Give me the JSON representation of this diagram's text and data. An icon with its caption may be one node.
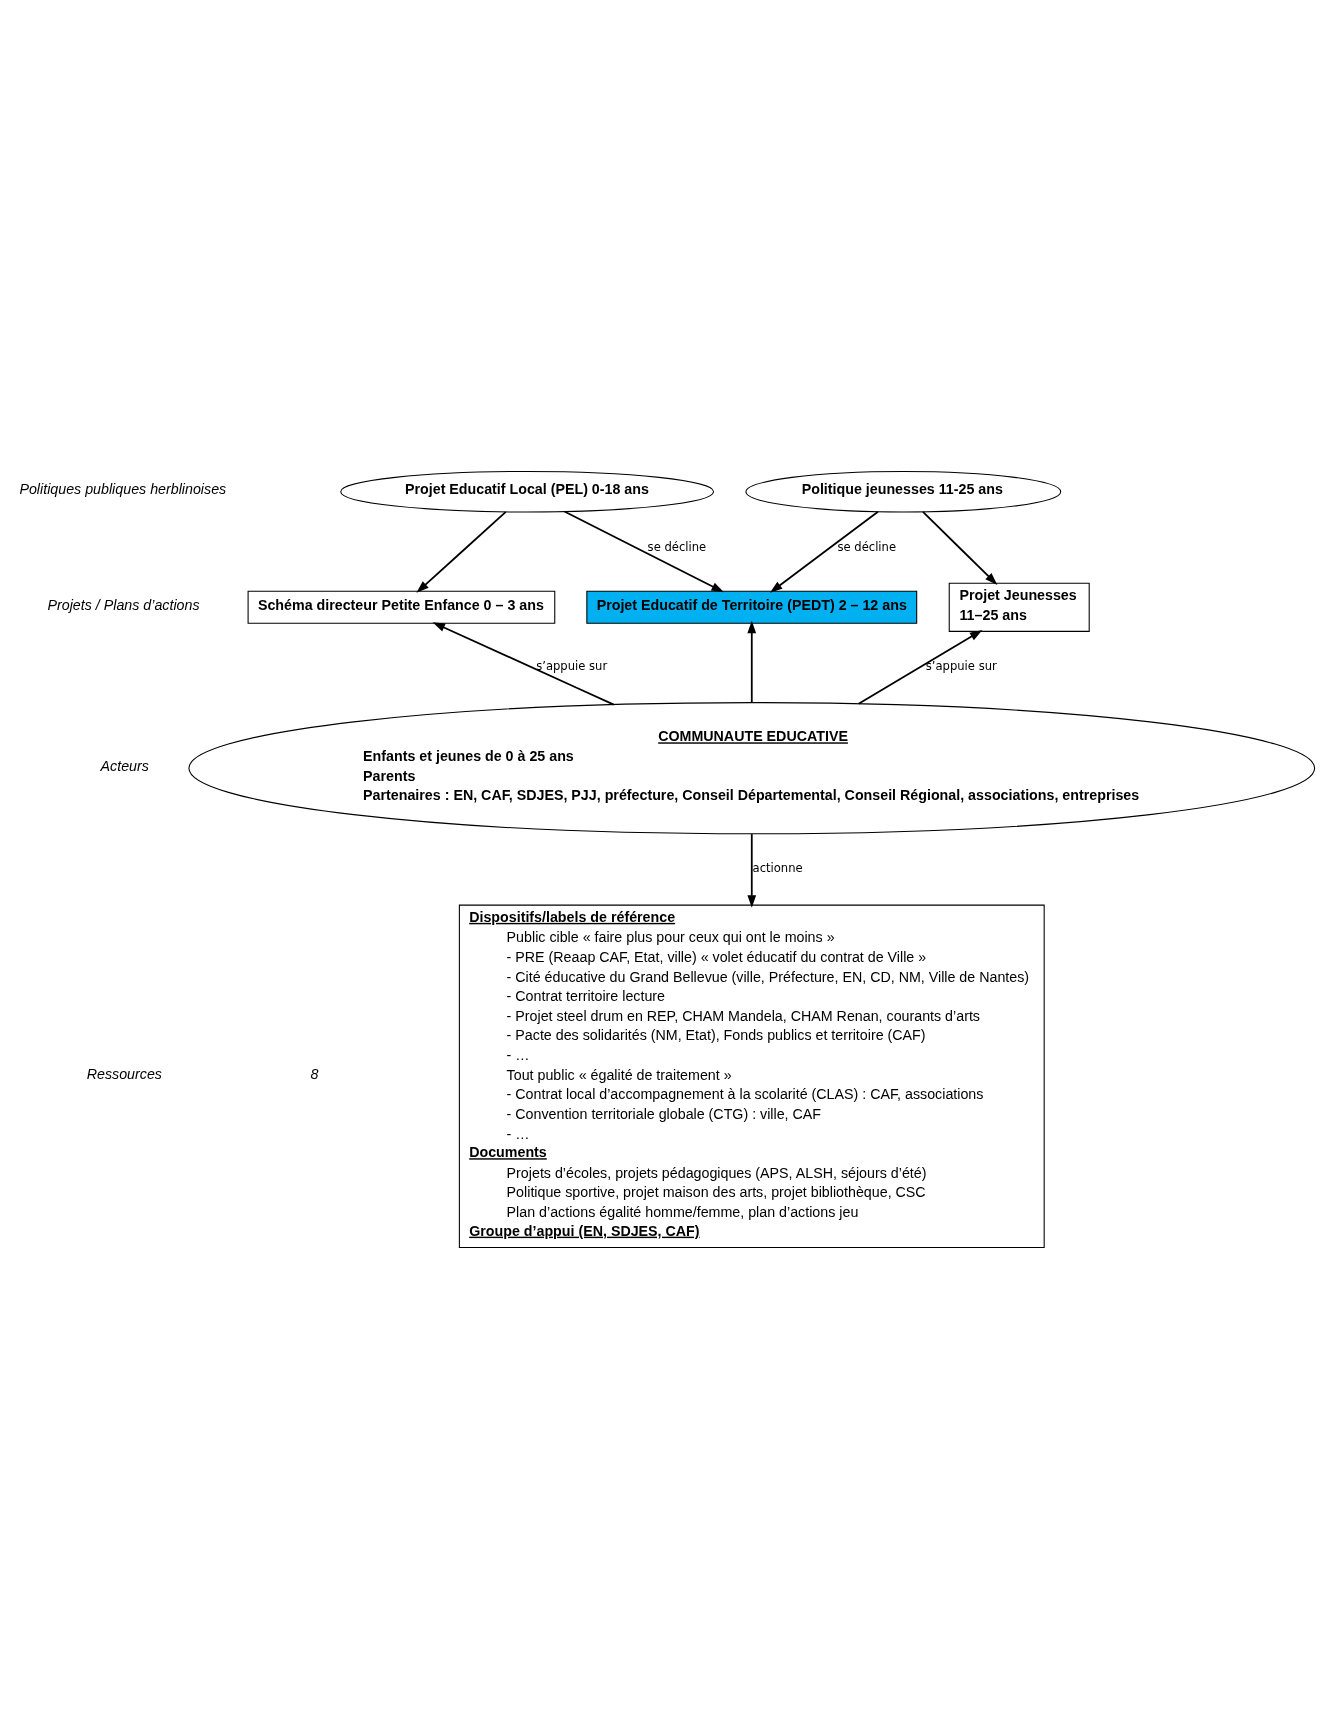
{
  "diagram": {
    "nodes": [
      {
        "text": [
          "Projet Educatif Local (PEL) 0-18 ans"
        ]
      },
      {
        "text": [
          "Politique jeunesses 11-25 ans"
        ]
      },
      {
        "text": [
          "Schéma directeur Petite Enfance 0 – 3 ans"
        ]
      },
      {
        "text": [
          "Projet Educatif de Territoire (PEDT) 2 – 12 ans"
        ]
      },
      {
        "text": [
          "Projet Jeunesses",
          "11–25 ans"
        ]
      },
      {
        "text": [
          "COMMUNAUTE EDUCATIVE",
          "Enfants et jeunes de 0 à 25 ans",
          "Parents",
          "Partenaires : EN, CAF, SDJES, PJJ, préfecture, Conseil Départemental, Conseil Régional, associations, entreprises"
        ]
      },
      {
        "text": [
          "Dispositifs/labels de référence",
          "Public cible « faire plus pour ceux qui ont le moins »",
          "- PRE (Reaap CAF, Etat, ville) « volet éducatif du contrat de Ville »",
          "- Cité éducative du Grand Bellevue (ville, Préfecture, EN, CD, NM, Ville de Nantes)",
          "- Contrat territoire lecture",
          "- Projet steel drum en REP, CHAM Mandela, CHAM Renan, courants d’arts",
          "- Pacte des solidarités (NM, Etat), Fonds publics et territoire (CAF)",
          "- …",
          "Tout public « égalité de traitement »",
          "- Contrat local d’accompagnement à la scolarité (CLAS) : CAF, associations",
          "- Convention territoriale globale (CTG) : ville, CAF",
          "- …",
          "Documents",
          "Projets d’écoles, projets pédagogiques (APS, ALSH, séjours d’été)",
          "Politique sportive, projet maison des arts, projet bibliothèque, CSC",
          "Plan d’actions égalité homme/femme, plan d’actions jeu",
          "Groupe d’appui (EN, SDJES, CAF)"
        ]
      }
    ],
    "edges": [
      {
        "from": 0,
        "to": 2,
        "arrow": "to"
      },
      {
        "from": 0,
        "to": 3,
        "arrow": "to",
        "label": "se décline"
      },
      {
        "from": 1,
        "to": 3,
        "arrow": "to",
        "label": "se décline"
      },
      {
        "from": 1,
        "to": 4,
        "arrow": "to"
      },
      {
        "from": 5,
        "to": 2,
        "arrow": "to",
        "label": "s’appuie sur"
      },
      {
        "from": 5,
        "to": 3,
        "arrow": "to"
      },
      {
        "from": 5,
        "to": 4,
        "arrow": "to",
        "label": "s’appuie sur"
      },
      {
        "from": 5,
        "to": 6,
        "arrow": "to",
        "label": "actionne"
      }
    ],
    "labels": [
      "Politiques publiques herblinoises",
      "Projets / Plans d’actions",
      "Acteurs",
      "Ressources",
      "8"
    ]
  }
}
